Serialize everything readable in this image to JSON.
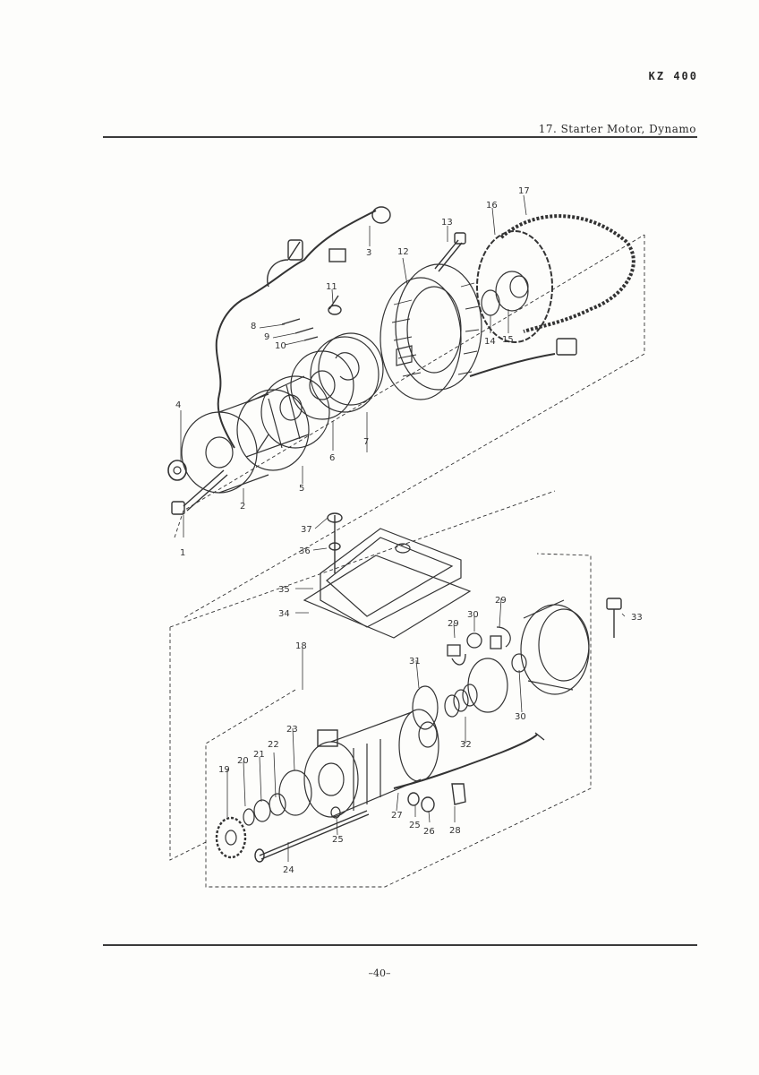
{
  "header": {
    "model_code": "KZ 400",
    "section_title": "17.  Starter Motor, Dynamo"
  },
  "diagram": {
    "part_numbers": [
      "1",
      "2",
      "3",
      "4",
      "5",
      "6",
      "7",
      "8",
      "9",
      "10",
      "11",
      "12",
      "13",
      "14",
      "15",
      "16",
      "17",
      "18",
      "19",
      "20",
      "21",
      "22",
      "23",
      "24",
      "25",
      "25",
      "26",
      "27",
      "28",
      "29",
      "29",
      "30",
      "30",
      "31",
      "32",
      "33",
      "34",
      "35",
      "36",
      "37"
    ]
  },
  "footer": {
    "page_number": "–40–"
  }
}
